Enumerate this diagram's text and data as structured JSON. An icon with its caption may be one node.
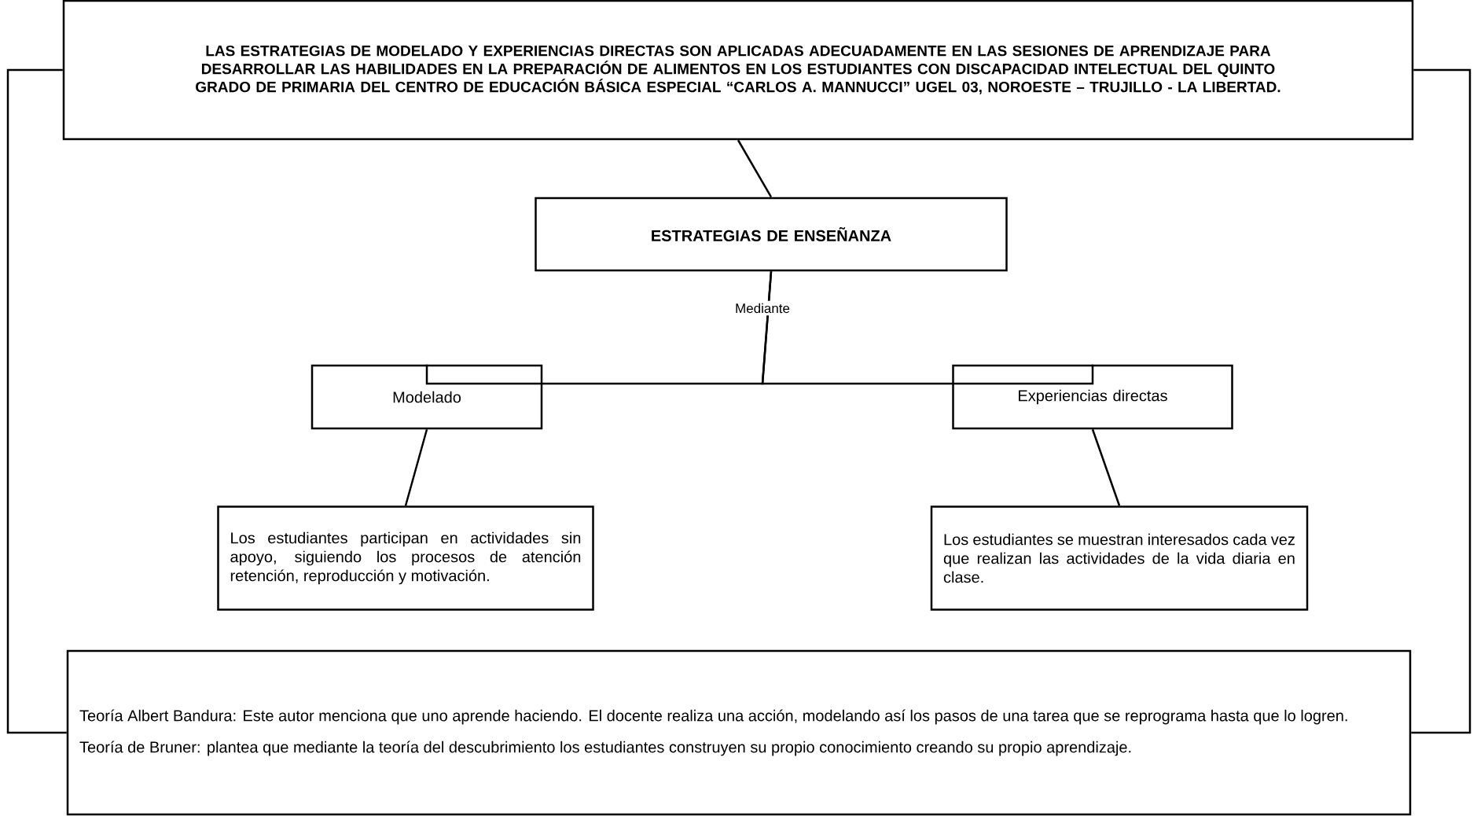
{
  "diagram": {
    "nodes": [
      {
        "text": [
          "LAS ESTRATEGIAS DE MODELADO Y EXPERIENCIAS DIRECTAS SON APLICADAS ADECUADAMENTE EN LAS SESIONES DE APRENDIZAJE PARA DESARROLLAR LAS HABILIDADES EN LA PREPARACIÓN DE ALIMENTOS EN LOS ESTUDIANTES CON DISCAPACIDAD INTELECTUAL DEL QUINTO GRADO DE PRIMARIA DEL CENTRO DE EDUCACIÓN BÁSICA ESPECIAL “CARLOS A. MANNUCCI” UGEL 03, NOROESTE – TRUJILLO - LA LIBERTAD."
        ]
      },
      {
        "text": [
          "ESTRATEGIAS DE ENSEÑANZA"
        ]
      },
      {
        "text": [
          "Modelado"
        ]
      },
      {
        "text": [
          "Experiencias directas"
        ]
      },
      {
        "text": [
          "Los estudiantes participan en actividades sin apoyo, siguiendo los procesos de atención retención, reproducción y motivación."
        ]
      },
      {
        "text": [
          "Los estudiantes se muestran interesados cada vez que realizan las actividades de la vida diaria en clase."
        ]
      },
      {
        "text": [
          "Teoría Albert Bandura: Este autor menciona que uno aprende haciendo. El docente realiza una acción, modelando así los pasos de una tarea que se reprograma hasta que lo logren.",
          "Teoría de Bruner: plantea que mediante la teoría del descubrimiento los estudiantes construyen su propio conocimiento creando su propio aprendizaje."
        ]
      }
    ],
    "edges": [
      {
        "from": 0,
        "to": 1,
        "arrow": "none"
      },
      {
        "from": 1,
        "to": 2,
        "arrow": "none",
        "label": "Mediante"
      },
      {
        "from": 1,
        "to": 3,
        "arrow": "none"
      },
      {
        "from": 2,
        "to": 4,
        "arrow": "none"
      },
      {
        "from": 3,
        "to": 5,
        "arrow": "none"
      },
      {
        "from": 0,
        "to": 6,
        "arrow": "none"
      },
      {
        "from": 0,
        "to": 6,
        "arrow": "none"
      }
    ]
  }
}
